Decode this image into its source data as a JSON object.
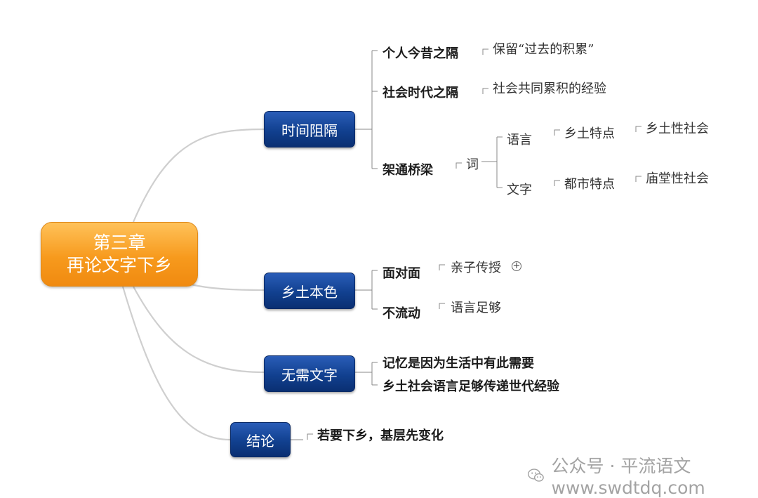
{
  "root": {
    "line1": "第三章",
    "line2": "再论文字下乡"
  },
  "branches": {
    "time": {
      "label": "时间阻隔",
      "personal": {
        "label": "个人今昔之隔",
        "leaf": "保留“过去的积累”"
      },
      "social": {
        "label": "社会时代之隔",
        "leaf": "社会共同累积的经验"
      },
      "bridge": {
        "label": "架通桥梁",
        "word": "词",
        "language": {
          "label": "语言",
          "trait": "乡土特点",
          "society": "乡土性社会"
        },
        "writing": {
          "label": "文字",
          "trait": "都市特点",
          "society": "庙堂性社会"
        }
      }
    },
    "rural": {
      "label": "乡土本色",
      "face": {
        "label": "面对面",
        "leaf": "亲子传授"
      },
      "still": {
        "label": "不流动",
        "leaf": "语言足够"
      }
    },
    "nowriting": {
      "label": "无需文字",
      "item1": "记忆是因为生活中有此需要",
      "item2": "乡土社会语言足够传递世代经验"
    },
    "conclusion": {
      "label": "结论",
      "leaf": "若要下乡，基层先变化"
    }
  },
  "watermark": {
    "text": "公众号 · 平流语文  www.swdtdq.com"
  },
  "colors": {
    "root": "#f79a1d",
    "branch": "#11408f",
    "connector": "#c8c8c8",
    "bracket": "#888888"
  }
}
